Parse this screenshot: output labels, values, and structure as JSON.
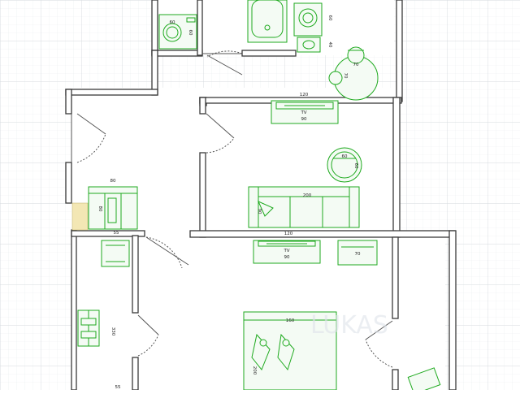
{
  "colors": {
    "background": "#ffffff",
    "grid_minor": "#e9ecef",
    "grid_major": "#d5dade",
    "wall_outline": "#3a3a3a",
    "wall_fill": "#ffffff",
    "furniture": "#1faa1f",
    "furniture_fill": "#f4fbf4",
    "door": "#555555",
    "dimension_text": "#222222",
    "accent_yellow": "#f3e7b4"
  },
  "labels": {
    "washer_dim": "60",
    "washer_height": "60",
    "sink_dim_a": "60",
    "sink_dim_b": "40",
    "table_dim": "70",
    "table_depth": "70",
    "hall_width": "120",
    "tv_upper": "TV",
    "tv_upper_width": "90",
    "stool_dim": "60",
    "stool_depth": "60",
    "sofa_width": "200",
    "sofa_depth": "90",
    "wardrobe_width": "80",
    "wardrobe_depth": "80",
    "wardrobe_gap": "55",
    "mid_wall_width": "120",
    "tv_lower": "TV",
    "tv_lower_width": "90",
    "desk_width": "70",
    "corridor_length": "330",
    "bed_width": "160",
    "bed_length": "200",
    "bottom_gap": "55"
  },
  "watermark": "LUKAS"
}
